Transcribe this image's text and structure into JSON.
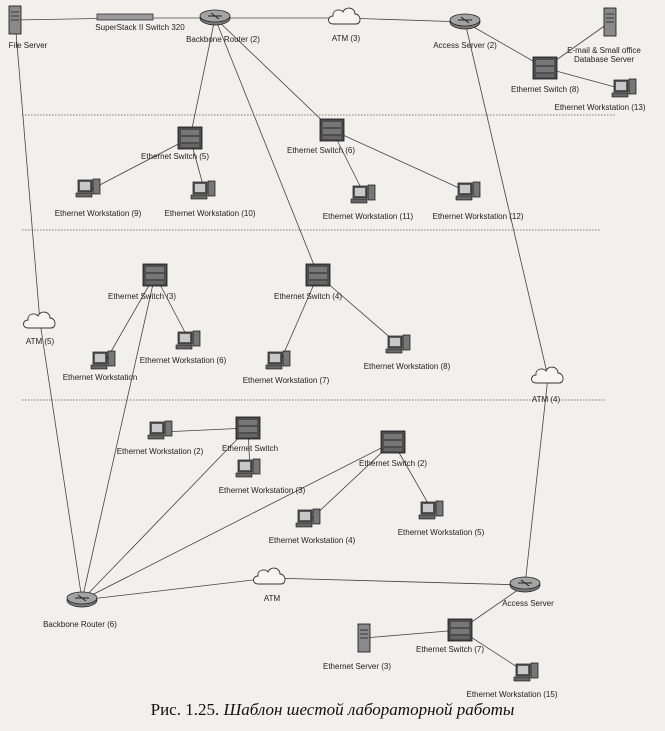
{
  "figure": {
    "caption_number": "Рис. 1.25.",
    "caption_text": "Шаблон шестой лабораторной работы"
  },
  "nodes": {
    "file_server": {
      "label": "File Server",
      "icon": "server-icon"
    },
    "superstack_switch": {
      "label": "SuperStack II Switch 320",
      "icon": "stack-switch-icon"
    },
    "backbone_router_2": {
      "label": "Backbone Router (2)",
      "icon": "router-icon"
    },
    "atm_3": {
      "label": "ATM (3)",
      "icon": "cloud-icon"
    },
    "access_server_2": {
      "label": "Access Server (2)",
      "icon": "router-icon"
    },
    "email_server": {
      "label": "E-mail & Small office Database Server",
      "icon": "server-icon"
    },
    "eth_switch_8": {
      "label": "Ethernet Switch (8)",
      "icon": "switch-icon"
    },
    "eth_ws_13": {
      "label": "Ethernet Workstation (13)",
      "icon": "workstation-icon"
    },
    "eth_switch_5": {
      "label": "Ethernet Switch (5)",
      "icon": "switch-icon"
    },
    "eth_switch_6": {
      "label": "Ethernet Switch (6)",
      "icon": "switch-icon"
    },
    "eth_ws_9": {
      "label": "Ethernet Workstation (9)",
      "icon": "workstation-icon"
    },
    "eth_ws_10": {
      "label": "Ethernet Workstation (10)",
      "icon": "workstation-icon"
    },
    "eth_ws_11": {
      "label": "Ethernet Workstation (11)",
      "icon": "workstation-icon"
    },
    "eth_ws_12": {
      "label": "Ethernet Workstation (12)",
      "icon": "workstation-icon"
    },
    "eth_switch_3": {
      "label": "Ethernet Switch (3)",
      "icon": "switch-icon"
    },
    "eth_switch_4": {
      "label": "Ethernet Switch (4)",
      "icon": "switch-icon"
    },
    "atm_5": {
      "label": "ATM (5)",
      "icon": "cloud-icon"
    },
    "eth_ws_a": {
      "label": "Ethernet Workstation",
      "icon": "workstation-icon"
    },
    "eth_ws_6": {
      "label": "Ethernet Workstation (6)",
      "icon": "workstation-icon"
    },
    "eth_ws_7": {
      "label": "Ethernet Workstation (7)",
      "icon": "workstation-icon"
    },
    "eth_ws_8": {
      "label": "Ethernet Workstation (8)",
      "icon": "workstation-icon"
    },
    "atm_4": {
      "label": "ATM (4)",
      "icon": "cloud-icon"
    },
    "eth_ws_2": {
      "label": "Ethernet Workstation (2)",
      "icon": "workstation-icon"
    },
    "eth_switch": {
      "label": "Ethernet Switch",
      "icon": "switch-icon"
    },
    "eth_ws_3": {
      "label": "Ethernet Workstation (3)",
      "icon": "workstation-icon"
    },
    "eth_switch_2": {
      "label": "Ethernet Switch (2)",
      "icon": "switch-icon"
    },
    "eth_ws_4": {
      "label": "Ethernet Workstation (4)",
      "icon": "workstation-icon"
    },
    "eth_ws_5": {
      "label": "Ethernet Workstation (5)",
      "icon": "workstation-icon"
    },
    "backbone_router_6": {
      "label": "Backbone Router (6)",
      "icon": "router-icon"
    },
    "atm": {
      "label": "ATM",
      "icon": "cloud-icon"
    },
    "access_server": {
      "label": "Access Server",
      "icon": "router-icon"
    },
    "eth_server_3": {
      "label": "Ethernet Server (3)",
      "icon": "server-icon"
    },
    "eth_switch_7": {
      "label": "Ethernet Switch (7)",
      "icon": "switch-icon"
    },
    "eth_ws_15": {
      "label": "Ethernet Workstation (15)",
      "icon": "workstation-icon"
    }
  },
  "links": [
    [
      "file_server",
      "superstack_switch"
    ],
    [
      "superstack_switch",
      "backbone_router_2"
    ],
    [
      "backbone_router_2",
      "atm_3"
    ],
    [
      "atm_3",
      "access_server_2"
    ],
    [
      "access_server_2",
      "eth_switch_8"
    ],
    [
      "email_server",
      "eth_switch_8"
    ],
    [
      "eth_switch_8",
      "eth_ws_13"
    ],
    [
      "backbone_router_2",
      "eth_switch_5"
    ],
    [
      "backbone_router_2",
      "eth_switch_6"
    ],
    [
      "backbone_router_2",
      "eth_switch_4"
    ],
    [
      "eth_switch_5",
      "eth_ws_9"
    ],
    [
      "eth_switch_5",
      "eth_ws_10"
    ],
    [
      "eth_switch_6",
      "eth_ws_11"
    ],
    [
      "eth_switch_6",
      "eth_ws_12"
    ],
    [
      "eth_switch_3",
      "eth_ws_a"
    ],
    [
      "eth_switch_3",
      "eth_ws_6"
    ],
    [
      "eth_switch_4",
      "eth_ws_7"
    ],
    [
      "eth_switch_4",
      "eth_ws_8"
    ],
    [
      "eth_ws_2",
      "eth_switch"
    ],
    [
      "eth_switch",
      "eth_ws_3"
    ],
    [
      "eth_switch_2",
      "eth_ws_4"
    ],
    [
      "eth_switch_2",
      "eth_ws_5"
    ],
    [
      "backbone_router_6",
      "eth_switch_3"
    ],
    [
      "backbone_router_6",
      "eth_switch"
    ],
    [
      "backbone_router_6",
      "eth_switch_2"
    ],
    [
      "backbone_router_6",
      "atm"
    ],
    [
      "atm",
      "access_server"
    ],
    [
      "access_server",
      "eth_switch_7"
    ],
    [
      "eth_switch_7",
      "eth_server_3"
    ],
    [
      "eth_switch_7",
      "eth_ws_15"
    ],
    [
      "file_server",
      "atm_5"
    ],
    [
      "atm_5",
      "backbone_router_6"
    ],
    [
      "access_server_2",
      "atm_4"
    ],
    [
      "atm_4",
      "access_server"
    ]
  ]
}
